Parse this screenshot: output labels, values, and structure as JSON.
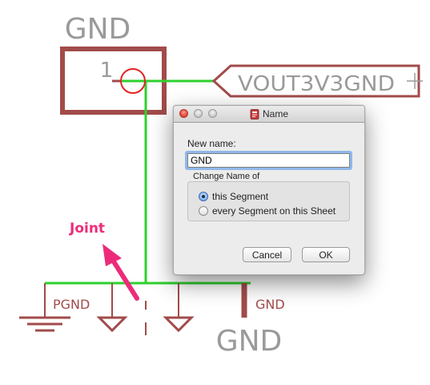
{
  "schematic": {
    "top_label": "GND",
    "pin_number": "1",
    "net_label": "VOUT3V3GND",
    "pgnd_label": "PGND",
    "gnd_small_label": "GND",
    "bottom_label": "GND",
    "joint_annotation": "Joint",
    "colors": {
      "part_body": "#a24b4b",
      "wire": "#2ed12e",
      "grey_text": "#9a9a9a",
      "annotation": "#ec2c7a",
      "pin_circle": "#e32424"
    }
  },
  "dialog": {
    "title": "Name",
    "new_name_label": "New name:",
    "new_name_value": "GND",
    "change_group_label": "Change Name of",
    "options": [
      {
        "label": "this Segment",
        "selected": true
      },
      {
        "label": "every Segment on this Sheet",
        "selected": false
      }
    ],
    "cancel_label": "Cancel",
    "ok_label": "OK"
  }
}
